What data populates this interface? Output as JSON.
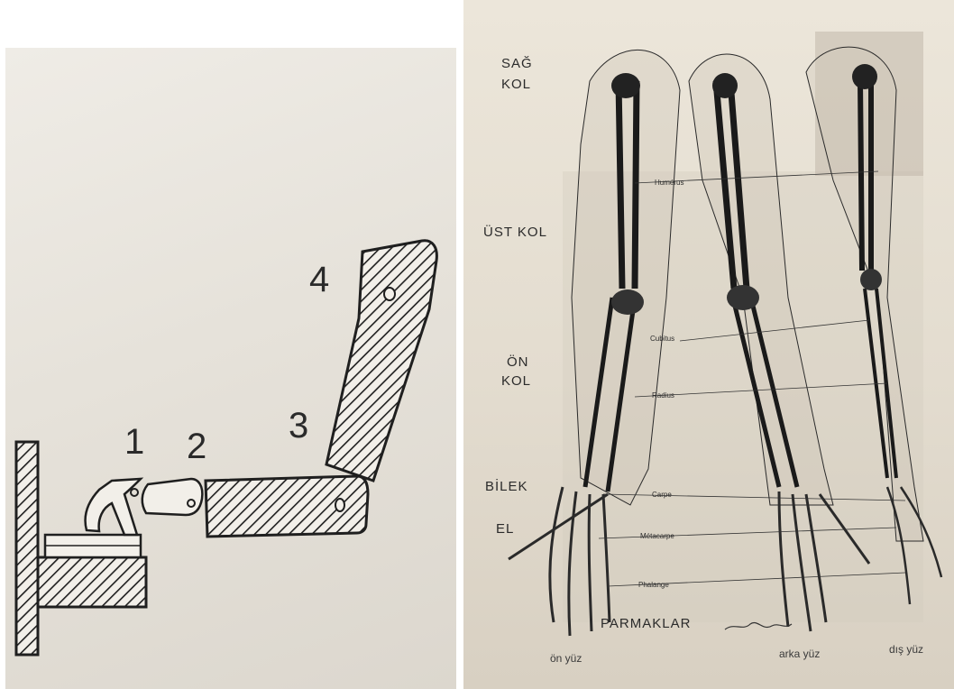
{
  "left_figure": {
    "labels": [
      "1",
      "2",
      "3",
      "4"
    ]
  },
  "right_figure": {
    "regions": {
      "shoulder_line1": "SAĞ",
      "shoulder_line2": "KOL",
      "upper_arm": "ÜST KOL",
      "forearm_line1": "ÖN",
      "forearm_line2": "KOL",
      "wrist": "BİLEK",
      "hand": "EL",
      "fingers": "PARMAKLAR"
    },
    "bones": {
      "humerus": "Humérus",
      "cubitus": "Cubitus",
      "radius": "Radius",
      "carpe": "Carpe",
      "metacarpe": "Métacarpe",
      "phalange": "Phalange"
    },
    "views": {
      "front": "ön yüz",
      "back": "arka yüz",
      "outer": "dış yüz"
    }
  },
  "colors": {
    "ink": "#1f1f1f",
    "paper_left": "#e9e5de",
    "paper_right": "#e6dfd2"
  }
}
